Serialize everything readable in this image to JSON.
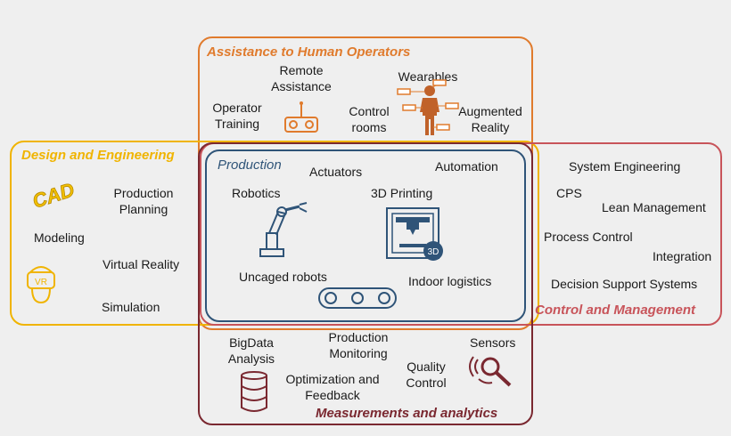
{
  "colors": {
    "assistance": "#e07b2d",
    "design": "#f0b400",
    "control": "#c8545a",
    "measurements": "#7a2830",
    "production": "#2f5478",
    "text": "#1a1a1a"
  },
  "assistance": {
    "title": "Assistance to Human Operators",
    "items": [
      "Remote\nAssistance",
      "Wearables",
      "Operator\nTraining",
      "Control\nrooms",
      "Augmented\nReality"
    ],
    "icons": [
      "remote-controller-icon",
      "person-wearables-icon"
    ]
  },
  "design": {
    "title": "Design and Engineering",
    "items": [
      "Production\nPlanning",
      "Modeling",
      "Virtual Reality",
      "Simulation"
    ],
    "icons": [
      "cad-icon",
      "vr-headset-icon"
    ],
    "cad_text": "CAD",
    "vr_text": "VR"
  },
  "production": {
    "title": "Production",
    "items": [
      "Actuators",
      "Automation",
      "Robotics",
      "3D Printing",
      "Uncaged robots",
      "Indoor logistics"
    ],
    "icons": [
      "robot-arm-icon",
      "3d-printer-icon",
      "conveyor-icon"
    ],
    "printer_badge": "3D"
  },
  "control": {
    "title": "Control and Management",
    "items": [
      "System Engineering",
      "CPS",
      "Lean Management",
      "Process Control",
      "Integration",
      "Decision Support Systems"
    ]
  },
  "measurements": {
    "title": "Measurements and analytics",
    "items": [
      "BigData\nAnalysis",
      "Production\nMonitoring",
      "Sensors",
      "Optimization and\nFeedback",
      "Quality\nControl"
    ],
    "icons": [
      "database-icon",
      "sensor-magnifier-icon"
    ]
  }
}
